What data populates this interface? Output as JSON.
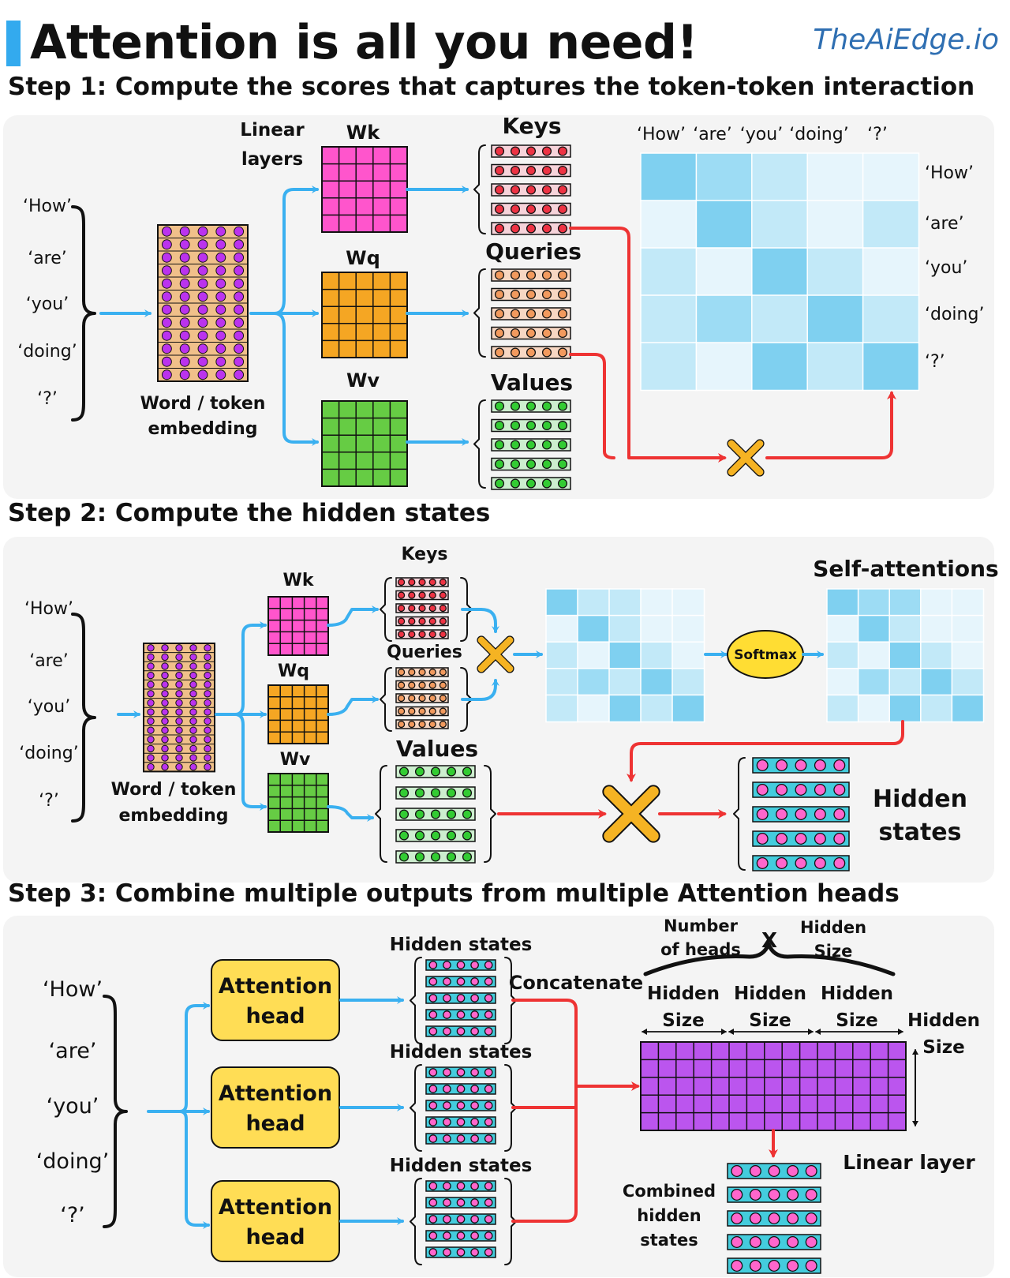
{
  "header": {
    "title": "Attention is all you need!",
    "brand": "TheAiEdge.io"
  },
  "tokens": [
    "‘How’",
    "‘are’",
    "‘you’",
    "‘doing’",
    "‘?’"
  ],
  "colors": {
    "accent_bar": "#33aaee",
    "arrow_blue": "#3ab0f0",
    "arrow_red": "#ee3333",
    "keys": "#ee3344",
    "queries": "#f29a5e",
    "values": "#33cc33",
    "wk": "#ff55cc",
    "wq": "#f5a623",
    "wv": "#66cc44",
    "hidden": "#44ccdd",
    "linear_layer": "#bb55ee",
    "attention_head": "#ffdd55",
    "softmax": "#ffdd33",
    "multiply": "#f5b323"
  },
  "step1": {
    "title": "Step 1: Compute the scores that captures the token-token interaction",
    "linear_layers_label": [
      "Linear",
      "layers"
    ],
    "embedding_label": [
      "Word / token",
      "embedding"
    ],
    "wk": "Wk",
    "wq": "Wq",
    "wv": "Wv",
    "keys": "Keys",
    "queries": "Queries",
    "values": "Values",
    "matrix_col_labels": [
      "‘How’",
      "‘are’",
      "‘you’",
      "‘doing’",
      "‘?’"
    ],
    "matrix_row_labels": [
      "‘How’",
      "‘are’",
      "‘you’",
      "‘doing’",
      "‘?’"
    ],
    "score_shades": [
      [
        3,
        2,
        1,
        0,
        0
      ],
      [
        0,
        3,
        1,
        0,
        1
      ],
      [
        1,
        0,
        3,
        1,
        0
      ],
      [
        1,
        2,
        1,
        3,
        1
      ],
      [
        1,
        0,
        3,
        1,
        3
      ]
    ],
    "multiply_icon": "multiply-icon"
  },
  "step2": {
    "title": "Step 2: Compute the hidden states",
    "embedding_label": [
      "Word / token",
      "embedding"
    ],
    "wk": "Wk",
    "wq": "Wq",
    "wv": "Wv",
    "keys": "Keys",
    "queries": "Queries",
    "values": "Values",
    "softmax": "Softmax",
    "self_attentions": "Self-attentions",
    "hidden_states": [
      "Hidden",
      "states"
    ],
    "score_shades": [
      [
        3,
        1,
        1,
        0,
        0
      ],
      [
        0,
        3,
        1,
        0,
        0
      ],
      [
        1,
        0,
        3,
        1,
        0
      ],
      [
        1,
        2,
        1,
        3,
        1
      ],
      [
        1,
        0,
        3,
        1,
        3
      ]
    ],
    "attn_shades": [
      [
        3,
        2,
        2,
        0,
        0
      ],
      [
        0,
        3,
        1,
        0,
        0
      ],
      [
        1,
        0,
        3,
        1,
        0
      ],
      [
        0,
        2,
        1,
        3,
        1
      ],
      [
        1,
        0,
        3,
        1,
        3
      ]
    ]
  },
  "step3": {
    "title": "Step 3: Combine multiple outputs from multiple Attention heads",
    "attention_heads": [
      [
        "Attention",
        "head"
      ],
      [
        "Attention",
        "head"
      ],
      [
        "Attention",
        "head"
      ]
    ],
    "hidden_states_label": "Hidden states",
    "concatenate": "Concatenate",
    "number_of_heads": [
      "Number",
      "of heads"
    ],
    "times": "X",
    "hidden_size_top": [
      "Hidden",
      "Size"
    ],
    "hidden_size_cols": [
      [
        "Hidden",
        "Size"
      ],
      [
        "Hidden",
        "Size"
      ],
      [
        "Hidden",
        "Size"
      ]
    ],
    "hidden_size_right": [
      "Hidden",
      "Size"
    ],
    "linear_layer": "Linear layer",
    "combined": [
      "Combined",
      "hidden",
      "states"
    ]
  }
}
